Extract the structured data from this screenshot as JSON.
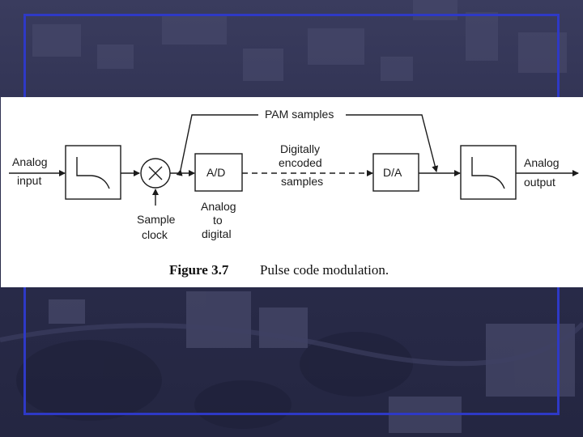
{
  "figure": {
    "caption_number": "Figure 3.7",
    "caption_text": "Pulse code modulation.",
    "labels": {
      "analog_input_1": "Analog",
      "analog_input_2": "input",
      "analog_output_1": "Analog",
      "analog_output_2": "output",
      "pam_samples": "PAM samples",
      "ad_block": "A/D",
      "da_block": "D/A",
      "digital_1": "Digitally",
      "digital_2": "encoded",
      "digital_3": "samples",
      "sample_clock_1": "Sample",
      "sample_clock_2": "clock",
      "a2d_1": "Analog",
      "a2d_2": "to",
      "a2d_3": "digital"
    }
  },
  "colors": {
    "background": "#2b2d4e",
    "frame_border": "#2e39c6",
    "panel": "#ffffff"
  }
}
